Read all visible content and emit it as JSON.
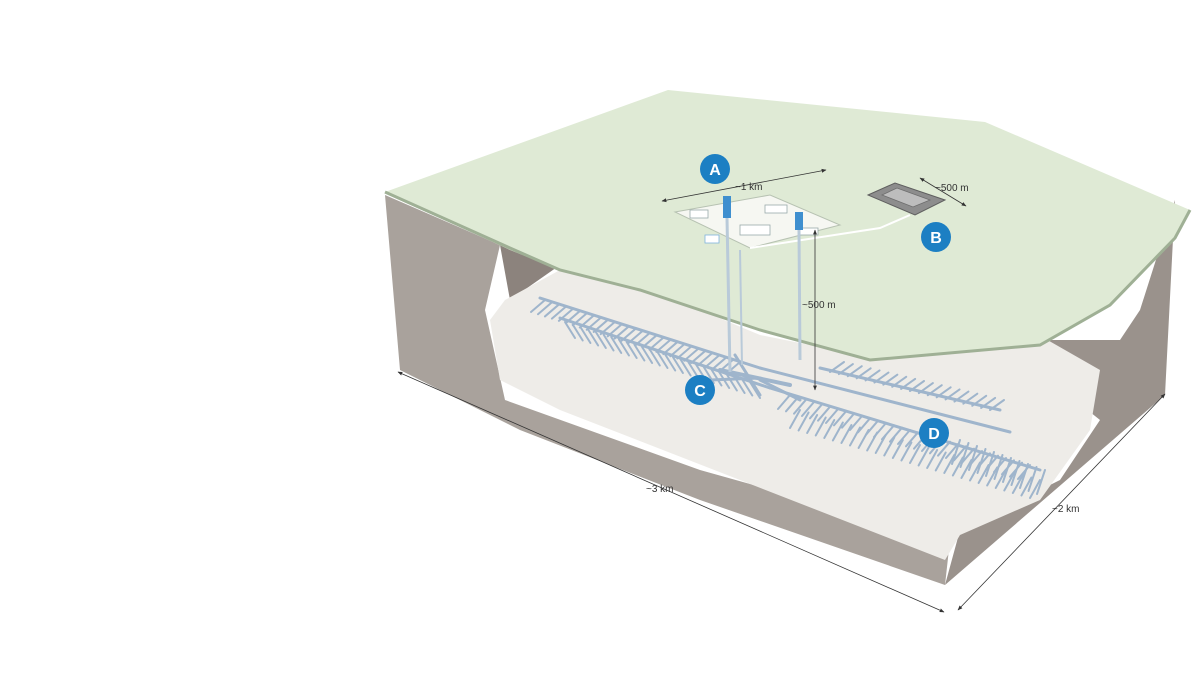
{
  "colors": {
    "surface": "#dfead5",
    "surface_edge": "#9fb095",
    "rock_left": "#a9a29c",
    "rock_right": "#9a928c",
    "rock_inner": "#8c837d",
    "cavity": "#eeece8",
    "tunnel": "#9fb5cc",
    "marker": "#1c7fc3",
    "building": "#ffffff",
    "accent_blue": "#3f8fcf"
  },
  "markers": [
    {
      "id": "A",
      "label": "A"
    },
    {
      "id": "B",
      "label": "B"
    },
    {
      "id": "C",
      "label": "C"
    },
    {
      "id": "D",
      "label": "D"
    }
  ],
  "dimensions": {
    "site_width": "~1 km",
    "rock_pad": "~500 m",
    "depth": "~500 m",
    "length": "~3 km",
    "width": "~2 km"
  }
}
